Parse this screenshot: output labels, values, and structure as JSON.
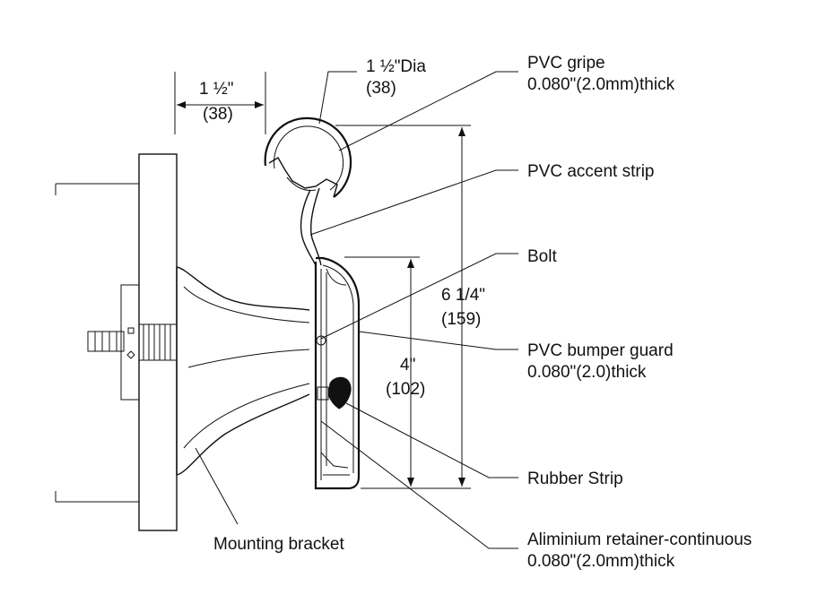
{
  "labels": {
    "pvc_gripe_1": "PVC gripe",
    "pvc_gripe_2": "0.080\"(2.0mm)thick",
    "pvc_accent_strip": "PVC accent strip",
    "bolt": "Bolt",
    "bumper_guard_1": "PVC bumper guard",
    "bumper_guard_2": "0.080\"(2.0)thick",
    "rubber_strip": "Rubber Strip",
    "retainer_1": "Aliminium retainer-continuous",
    "retainer_2": "0.080\"(2.0mm)thick",
    "mounting_bracket": "Mounting bracket"
  },
  "dimensions": {
    "dia_1": "1 ½\"Dia",
    "dia_2": "(38)",
    "offset_1": "1 ½\"",
    "offset_2": "(38)",
    "height_1": "6 1/4\"",
    "height_2": "(159)",
    "guard_1": "4\"",
    "guard_2": "(102)"
  }
}
